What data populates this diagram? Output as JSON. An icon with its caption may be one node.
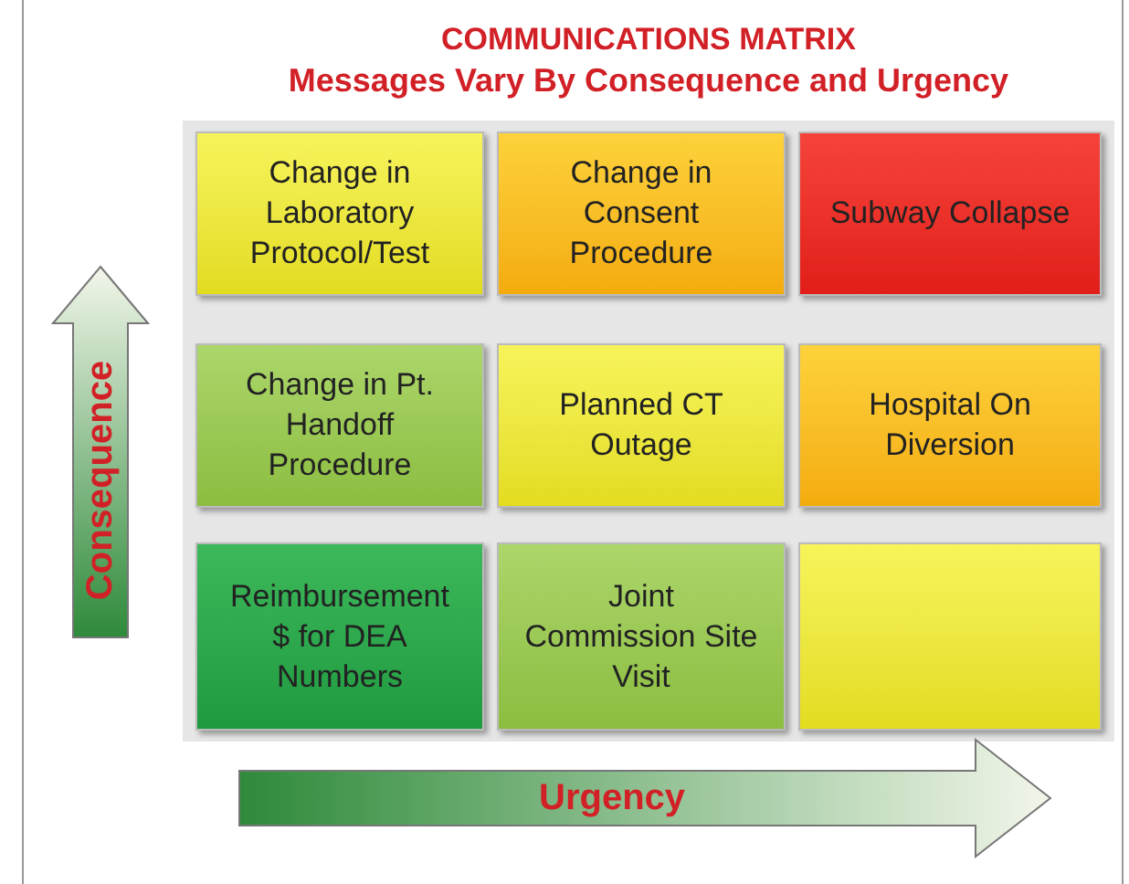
{
  "diagram": {
    "title": "COMMUNICATIONS MATRIX",
    "nodes": [
      {
        "text": [
          "Change in Laboratory Protocol/Test"
        ]
      },
      {
        "text": [
          "Change in Consent Procedure"
        ]
      },
      {
        "text": [
          "Subway Collapse"
        ]
      },
      {
        "text": [
          "Change in Pt. Handoff Procedure"
        ]
      },
      {
        "text": [
          "Planned CT Outage"
        ]
      },
      {
        "text": [
          "Hospital On Diversion"
        ]
      },
      {
        "text": [
          "Reimbursement $ for DEA Numbers"
        ]
      },
      {
        "text": [
          "Joint Commission Site Visit"
        ]
      },
      {
        "text": [],
        "shape": "box"
      },
      {
        "text": [
          "Consequence"
        ]
      },
      {
        "text": [
          "Urgency"
        ]
      }
    ],
    "labels": [
      "Messages Vary By Consequence and Urgency"
    ]
  }
}
